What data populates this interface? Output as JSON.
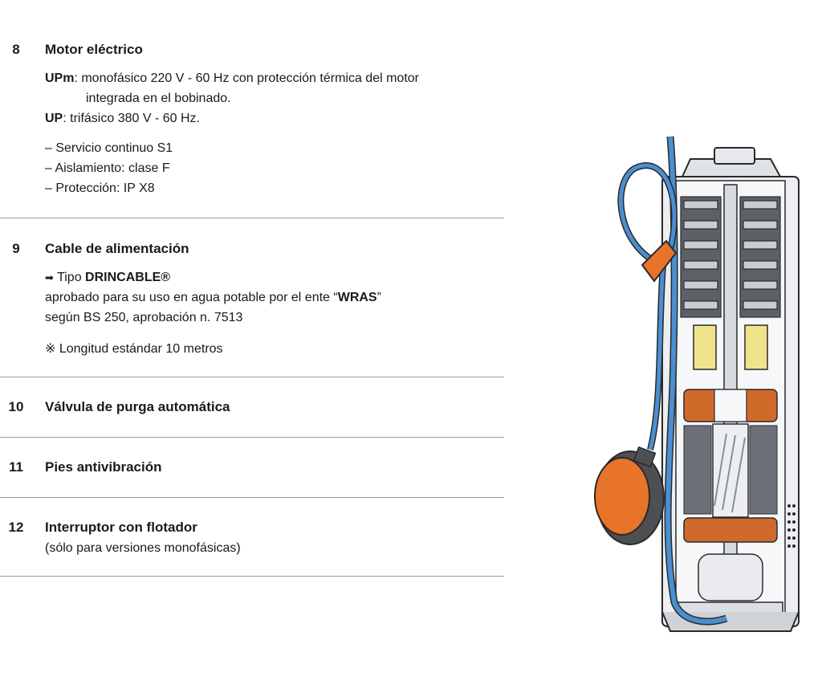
{
  "sections": [
    {
      "number": "8",
      "title": "Motor eléctrico",
      "upm_label": "UPm",
      "upm_text": ": monofásico 220 V - 60 Hz con protección térmica del motor",
      "upm_text_cont": "integrada en el bobinado.",
      "up_label": "UP",
      "up_text": ": trifásico 380 V - 60 Hz.",
      "bullets": [
        "– Servicio continuo S1",
        "– Aislamiento: clase F",
        "– Protección: IP X8"
      ]
    },
    {
      "number": "9",
      "title": "Cable de alimentación",
      "arrow": "➡",
      "type_prefix": " Tipo ",
      "type_name": "DRINCABLE®",
      "approved_prefix": "aprobado para su uso en agua potable por el ente “",
      "approved_entity": "WRAS",
      "approved_suffix": "”",
      "standard": "según BS 250, aprobación n. 7513",
      "length_note": "※ Longitud estándar 10 metros"
    },
    {
      "number": "10",
      "title": "Válvula de purga automática"
    },
    {
      "number": "11",
      "title": "Pies antivibración"
    },
    {
      "number": "12",
      "title": "Interruptor con flotador",
      "note": "(sólo para versiones monofásicas)"
    }
  ],
  "colors": {
    "text": "#1a1a1a",
    "rule": "#9a9a9a",
    "cable": "#4a8fd0",
    "float": "#e8742a",
    "casing": "#e9ecef",
    "yellow": "#f0e48a"
  }
}
